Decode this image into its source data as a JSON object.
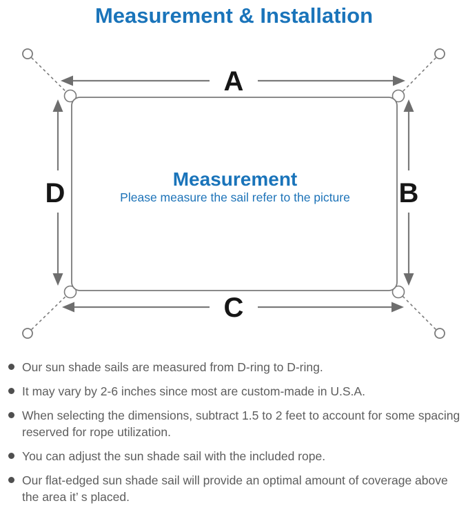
{
  "title": "Measurement & Installation",
  "colors": {
    "accent_blue": "#1a74ba",
    "subtitle_blue": "#1d73b8",
    "line_gray": "#7a7a7a",
    "arrow_gray": "#6e6e6e",
    "label_black": "#161616",
    "body_text_gray": "#5d5d5d"
  },
  "diagram": {
    "heading": "Measurement",
    "subheading": "Please measure the sail refer to the picture",
    "labels": {
      "top": "A",
      "right": "B",
      "bottom": "C",
      "left": "D"
    }
  },
  "bullets": [
    {
      "lines": [
        "Our sun shade sails are measured from D-ring to D-ring."
      ]
    },
    {
      "lines": [
        "It may vary by 2-6 inches since most are custom-made in U.S.A."
      ]
    },
    {
      "lines": [
        "When selecting the dimensions, subtract 1.5 to 2 feet to account for some spacing",
        "reserved for rope utilization."
      ]
    },
    {
      "lines": [
        "You can adjust the sun shade sail with the included rope."
      ]
    },
    {
      "lines": [
        "Our flat-edged sun shade sail will provide an optimal amount of coverage above",
        "the area it’ s placed."
      ]
    }
  ]
}
